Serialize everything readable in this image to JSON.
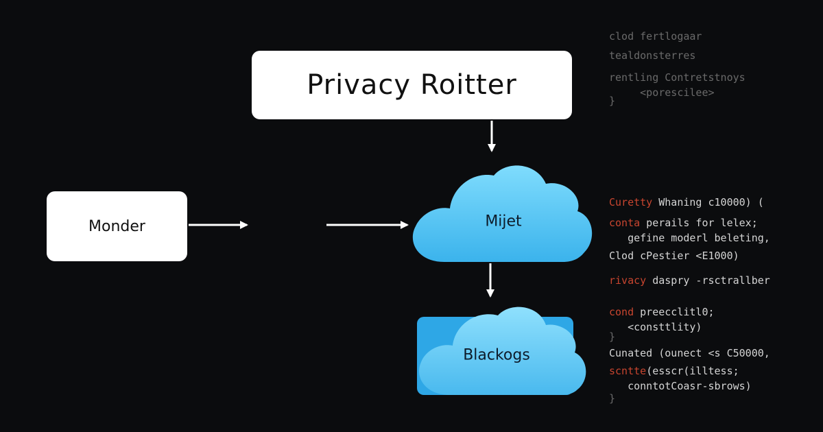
{
  "nodes": {
    "router": "Privacy Roitter",
    "monitor": "Monder",
    "mijet": "Mijet",
    "blackogs": "Blackogs"
  },
  "colors": {
    "background": "#0b0c0e",
    "cloud_light": "#6fd6fb",
    "cloud_dark": "#2ea7e6",
    "arrow": "#ffffff",
    "code_red": "#c8452f",
    "code_text": "#d5d5d5",
    "code_dim": "#6a6a6a"
  },
  "code_lines": [
    {
      "text": "clod fertlogaar",
      "tone": "dim"
    },
    {
      "text": "tealdonsterres",
      "tone": "dim"
    },
    {
      "text": "rentling Contretstnoys",
      "tone": "dim"
    },
    {
      "text": "     <porescilee>",
      "tone": "dim"
    },
    {
      "text": "}",
      "tone": "dim"
    },
    {
      "text": "Curetty Whaning c10000) (",
      "tone": "mixed",
      "red": "Curetty"
    },
    {
      "text": "conta perails for lelex;",
      "tone": "mixed",
      "red": "conta"
    },
    {
      "text": "   gefine moderl beleting,",
      "tone": "text"
    },
    {
      "text": "Clod cPestier <E1000)",
      "tone": "text"
    },
    {
      "text": "rivacy daspry -rsctrallber",
      "tone": "mixed",
      "red": "rivacy"
    },
    {
      "text": "cond preecclitl0;",
      "tone": "mixed",
      "red": "cond"
    },
    {
      "text": "   <consttlity)",
      "tone": "text"
    },
    {
      "text": "}",
      "tone": "dim"
    },
    {
      "text": "Cunated (ounect <s C50000,",
      "tone": "text"
    },
    {
      "text": "scntte(esscr(illtess;",
      "tone": "mixed",
      "red": "scntte"
    },
    {
      "text": "   conntotCoasr-sbrows)",
      "tone": "text"
    },
    {
      "text": "}",
      "tone": "dim"
    }
  ]
}
